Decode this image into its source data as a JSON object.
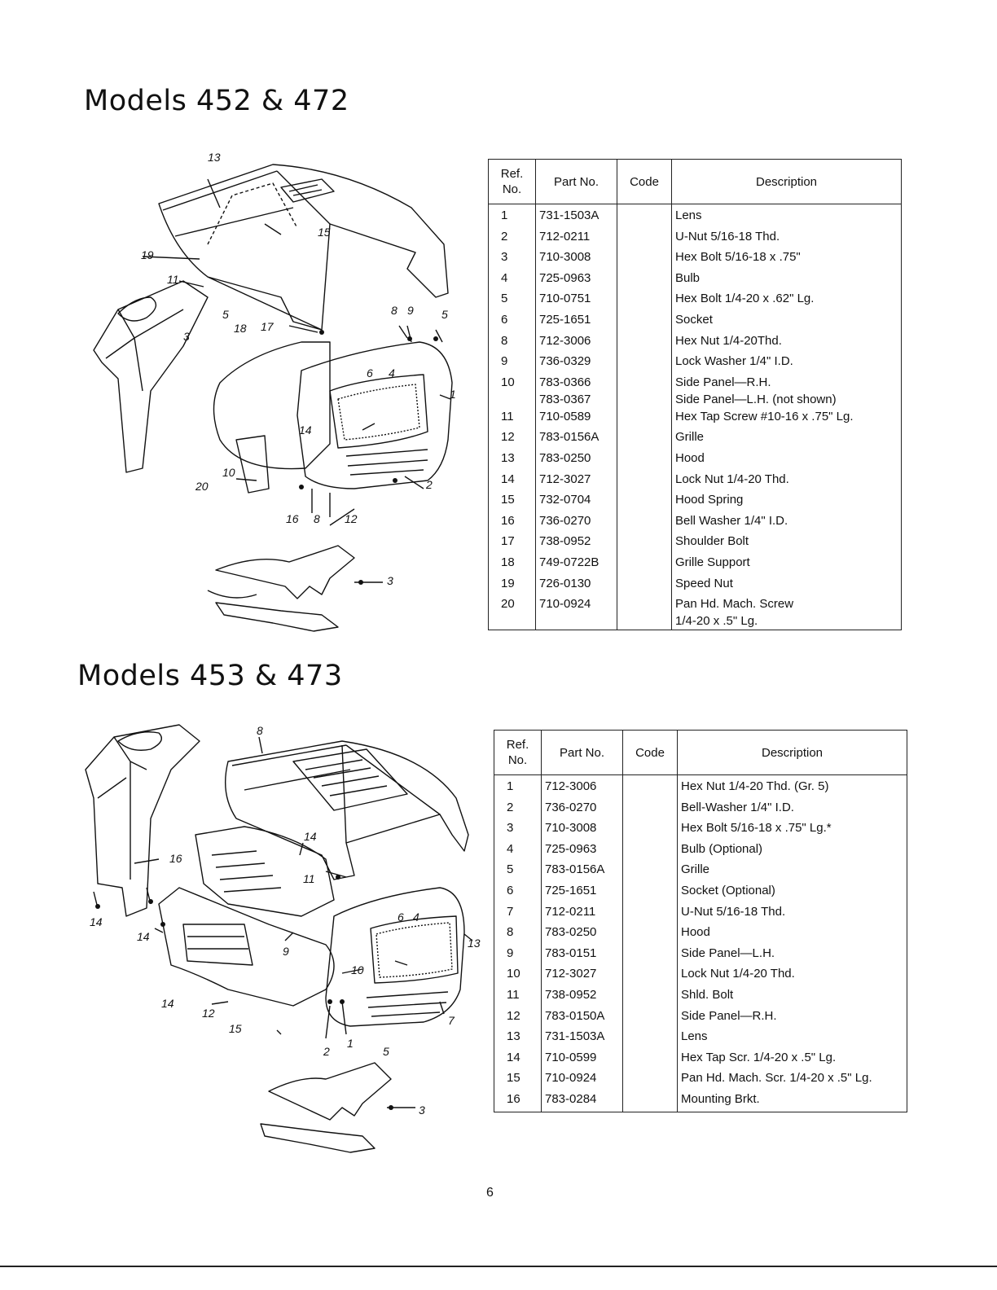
{
  "sections": [
    {
      "title": "Models 452 & 472",
      "table": {
        "headers": {
          "ref": "Ref. No.",
          "part": "Part No.",
          "code": "Code",
          "desc": "Description"
        },
        "rows": [
          {
            "ref": "1",
            "part": [
              "731-1503A"
            ],
            "desc": [
              "Lens"
            ]
          },
          {
            "ref": "2",
            "part": [
              "712-0211"
            ],
            "desc": [
              "U-Nut 5/16-18 Thd."
            ]
          },
          {
            "ref": "3",
            "part": [
              "710-3008"
            ],
            "desc": [
              "Hex Bolt 5/16-18 x .75\""
            ]
          },
          {
            "ref": "4",
            "part": [
              "725-0963"
            ],
            "desc": [
              "Bulb"
            ]
          },
          {
            "ref": "5",
            "part": [
              "710-0751"
            ],
            "desc": [
              "Hex Bolt 1/4-20 x .62\" Lg."
            ]
          },
          {
            "ref": "6",
            "part": [
              "725-1651"
            ],
            "desc": [
              "Socket"
            ]
          },
          {
            "ref": "8",
            "part": [
              "712-3006"
            ],
            "desc": [
              "Hex Nut 1/4-20Thd."
            ]
          },
          {
            "ref": "9",
            "part": [
              "736-0329"
            ],
            "desc": [
              "Lock Washer 1/4\" I.D."
            ]
          },
          {
            "ref": "10",
            "part": [
              "783-0366",
              "783-0367"
            ],
            "desc": [
              "Side Panel—R.H.",
              "Side Panel—L.H. (not shown)"
            ]
          },
          {
            "ref": "11",
            "part": [
              "710-0589"
            ],
            "desc": [
              "Hex Tap Screw #10-16 x .75\" Lg."
            ]
          },
          {
            "ref": "12",
            "part": [
              "783-0156A"
            ],
            "desc": [
              "Grille"
            ]
          },
          {
            "ref": "13",
            "part": [
              "783-0250"
            ],
            "desc": [
              "Hood"
            ]
          },
          {
            "ref": "14",
            "part": [
              "712-3027"
            ],
            "desc": [
              "Lock Nut 1/4-20 Thd."
            ]
          },
          {
            "ref": "15",
            "part": [
              "732-0704"
            ],
            "desc": [
              "Hood Spring"
            ]
          },
          {
            "ref": "16",
            "part": [
              "736-0270"
            ],
            "desc": [
              "Bell Washer 1/4\" I.D."
            ]
          },
          {
            "ref": "17",
            "part": [
              "738-0952"
            ],
            "desc": [
              "Shoulder Bolt"
            ]
          },
          {
            "ref": "18",
            "part": [
              "749-0722B"
            ],
            "desc": [
              "Grille Support"
            ]
          },
          {
            "ref": "19",
            "part": [
              "726-0130"
            ],
            "desc": [
              "Speed Nut"
            ]
          },
          {
            "ref": "20",
            "part": [
              "710-0924"
            ],
            "desc": [
              "Pan Hd. Mach. Screw",
              "1/4-20 x .5\" Lg."
            ]
          }
        ]
      },
      "diagram_callouts": [
        "13",
        "15",
        "19",
        "11",
        "5",
        "18",
        "17",
        "8",
        "9",
        "5",
        "3",
        "6",
        "4",
        "1",
        "14",
        "10",
        "20",
        "16",
        "8",
        "12",
        "2",
        "3"
      ]
    },
    {
      "title": "Models 453 & 473",
      "table": {
        "headers": {
          "ref": "Ref. No.",
          "part": "Part No.",
          "code": "Code",
          "desc": "Description"
        },
        "rows": [
          {
            "ref": "1",
            "part": [
              "712-3006"
            ],
            "desc": [
              "Hex Nut 1/4-20 Thd. (Gr. 5)"
            ]
          },
          {
            "ref": "2",
            "part": [
              "736-0270"
            ],
            "desc": [
              "Bell-Washer 1/4\" I.D."
            ]
          },
          {
            "ref": "3",
            "part": [
              "710-3008"
            ],
            "desc": [
              "Hex Bolt 5/16-18 x .75\" Lg.*"
            ]
          },
          {
            "ref": "4",
            "part": [
              "725-0963"
            ],
            "desc": [
              "Bulb (Optional)"
            ]
          },
          {
            "ref": "5",
            "part": [
              "783-0156A"
            ],
            "desc": [
              "Grille"
            ]
          },
          {
            "ref": "6",
            "part": [
              "725-1651"
            ],
            "desc": [
              "Socket (Optional)"
            ]
          },
          {
            "ref": "7",
            "part": [
              "712-0211"
            ],
            "desc": [
              "U-Nut 5/16-18 Thd."
            ]
          },
          {
            "ref": "8",
            "part": [
              "783-0250"
            ],
            "desc": [
              "Hood"
            ]
          },
          {
            "ref": "9",
            "part": [
              "783-0151"
            ],
            "desc": [
              "Side Panel—L.H."
            ]
          },
          {
            "ref": "10",
            "part": [
              "712-3027"
            ],
            "desc": [
              "Lock Nut 1/4-20 Thd."
            ]
          },
          {
            "ref": "11",
            "part": [
              "738-0952"
            ],
            "desc": [
              "Shld. Bolt"
            ]
          },
          {
            "ref": "12",
            "part": [
              "783-0150A"
            ],
            "desc": [
              "Side Panel—R.H."
            ]
          },
          {
            "ref": "13",
            "part": [
              "731-1503A"
            ],
            "desc": [
              "Lens"
            ]
          },
          {
            "ref": "14",
            "part": [
              "710-0599"
            ],
            "desc": [
              "Hex Tap Scr. 1/4-20 x .5\" Lg."
            ]
          },
          {
            "ref": "15",
            "part": [
              "710-0924"
            ],
            "desc": [
              "Pan Hd. Mach. Scr. 1/4-20 x .5\" Lg."
            ]
          },
          {
            "ref": "16",
            "part": [
              "783-0284"
            ],
            "desc": [
              "Mounting Brkt."
            ]
          }
        ]
      },
      "diagram_callouts": [
        "8",
        "14",
        "16",
        "11",
        "14",
        "14",
        "6",
        "4",
        "13",
        "9",
        "10",
        "14",
        "12",
        "15",
        "2",
        "1",
        "5",
        "7",
        "3"
      ]
    }
  ],
  "page_number": "6"
}
